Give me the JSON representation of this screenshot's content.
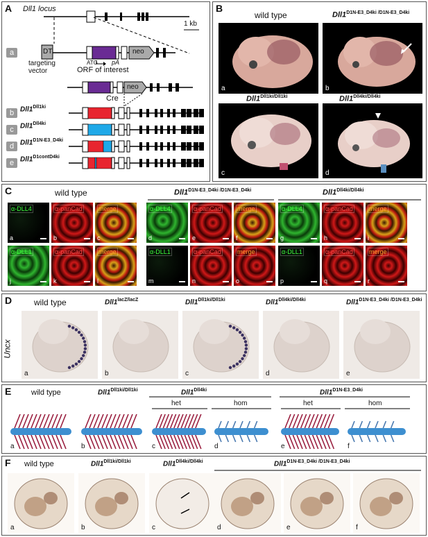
{
  "panel_A": {
    "label": "A",
    "locus_title": "Dll1 locus",
    "scale": "1 kb",
    "row_a": "a",
    "dt": "DT",
    "neo": "neo",
    "targeting_vector": "targeting\nvector",
    "atg": "ATG",
    "pa": "pA",
    "orf": "ORF of interest",
    "cre": "Cre",
    "rows": [
      {
        "letter": "b",
        "gene": "Dll1",
        "sup": "Dll1ki"
      },
      {
        "letter": "c",
        "gene": "Dll1",
        "sup": "Dll4ki"
      },
      {
        "letter": "d",
        "gene": "Dll1",
        "sup": "D1N-E3_D4ki"
      },
      {
        "letter": "e",
        "gene": "Dll1",
        "sup": "D1contD4ki"
      }
    ]
  },
  "panel_B": {
    "label": "B",
    "wt": "wild type",
    "g2_gene": "Dll1",
    "g2_sup": "D1N-E3_D4ki /D1N-E3_D4ki",
    "g3_gene": "Dll1",
    "g3_sup": "Dll1ki/Dll1ki",
    "g4_gene": "Dll1",
    "g4_sup": "Dll4ki/Dll4ki",
    "letters": [
      "a",
      "b",
      "c",
      "d"
    ]
  },
  "panel_C": {
    "label": "C",
    "wt": "wild type",
    "g2_gene": "Dll1",
    "g2_sup": "D1N-E3_D4ki /D1N-E3_D4ki",
    "g3_gene": "Dll1",
    "g3_sup": "Dll4ki/Dll4ki",
    "row1": [
      {
        "letter": "a",
        "text": "α-DLL4",
        "color": "#3cff3c",
        "tone": "dark"
      },
      {
        "letter": "b",
        "text": "α-panCad",
        "color": "#ff4a4a",
        "tone": "red"
      },
      {
        "letter": "c",
        "text": "merge",
        "color": "#ffa030",
        "tone": "merge"
      },
      {
        "letter": "d",
        "text": "α-DLL4",
        "color": "#3cff3c",
        "tone": "green"
      },
      {
        "letter": "e",
        "text": "α-panCad",
        "color": "#ff4a4a",
        "tone": "red"
      },
      {
        "letter": "f",
        "text": "merge",
        "color": "#ffa030",
        "tone": "merge"
      },
      {
        "letter": "g",
        "text": "α-DLL4",
        "color": "#3cff3c",
        "tone": "green"
      },
      {
        "letter": "h",
        "text": "α-panCad",
        "color": "#ff4a4a",
        "tone": "red"
      },
      {
        "letter": "i",
        "text": "merge",
        "color": "#ffa030",
        "tone": "merge"
      }
    ],
    "row2": [
      {
        "letter": "j",
        "text": "α-DLL1",
        "color": "#3cff3c",
        "tone": "green"
      },
      {
        "letter": "k",
        "text": "α-panCad",
        "color": "#ff4a4a",
        "tone": "red"
      },
      {
        "letter": "l",
        "text": "merge",
        "color": "#ffa030",
        "tone": "merge"
      },
      {
        "letter": "m",
        "text": "α-DLL1",
        "color": "#3cff3c",
        "tone": "dark"
      },
      {
        "letter": "n",
        "text": "α-panCad",
        "color": "#ff4a4a",
        "tone": "red"
      },
      {
        "letter": "o",
        "text": "merge",
        "color": "#ffa030",
        "tone": "red"
      },
      {
        "letter": "p",
        "text": "α-DLL1",
        "color": "#3cff3c",
        "tone": "dark"
      },
      {
        "letter": "q",
        "text": "α-panCad",
        "color": "#ff4a4a",
        "tone": "red"
      },
      {
        "letter": "r",
        "text": "merge",
        "color": "#ffa030",
        "tone": "red"
      }
    ]
  },
  "panel_D": {
    "label": "D",
    "side": "Uncx",
    "cols": [
      {
        "letter": "a",
        "gene": "wild type",
        "sup": "",
        "stripes": true
      },
      {
        "letter": "b",
        "gene": "Dll1",
        "sup": "lacZ/lacZ",
        "stripes": false
      },
      {
        "letter": "c",
        "gene": "Dll1",
        "sup": "Dll1ki/Dll1ki",
        "stripes": true
      },
      {
        "letter": "d",
        "gene": "Dll1",
        "sup": "Dll4ki/Dll4ki",
        "stripes": false
      },
      {
        "letter": "e",
        "gene": "Dll1",
        "sup": "D1N-E3_D4ki /D1N-E3_D4ki",
        "stripes": false
      }
    ]
  },
  "panel_E": {
    "label": "E",
    "wt": "wild type",
    "g2_gene": "Dll1",
    "g2_sup": "Dll1ki/Dll1ki",
    "g3_gene": "Dll1",
    "g3_sup": "Dll4ki",
    "g4_gene": "Dll1",
    "g4_sup": "D1N-E3_D4ki",
    "het": "het",
    "hom": "hom",
    "letters": [
      "a",
      "b",
      "c",
      "d",
      "e",
      "f"
    ]
  },
  "panel_F": {
    "label": "F",
    "wt": "wild type",
    "g2_gene": "Dll1",
    "g2_sup": "Dll1ki/Dll1ki",
    "g3_gene": "Dll1",
    "g3_sup": "Dll4ki/Dll4ki",
    "g4_gene": "Dll1",
    "g4_sup": "D1N-E3_D4ki /D1N-E3_D4ki",
    "letters": [
      "a",
      "b",
      "c",
      "d",
      "e",
      "f"
    ]
  }
}
